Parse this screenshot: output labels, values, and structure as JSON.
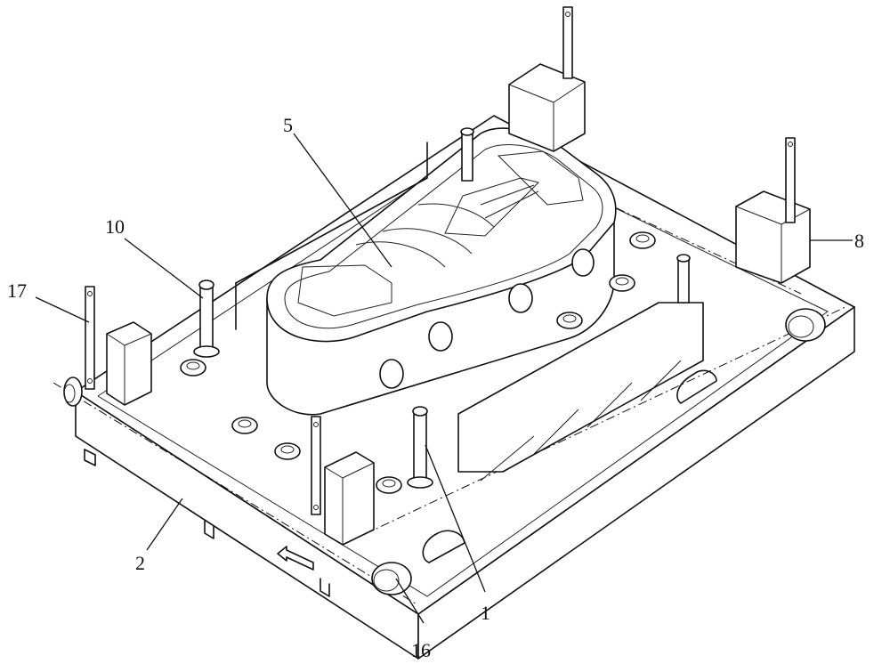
{
  "figure": {
    "callouts": {
      "c5": "5",
      "c10": "10",
      "c17": "17",
      "c8": "8",
      "c2": "2",
      "c1": "1",
      "c16": "16"
    }
  }
}
